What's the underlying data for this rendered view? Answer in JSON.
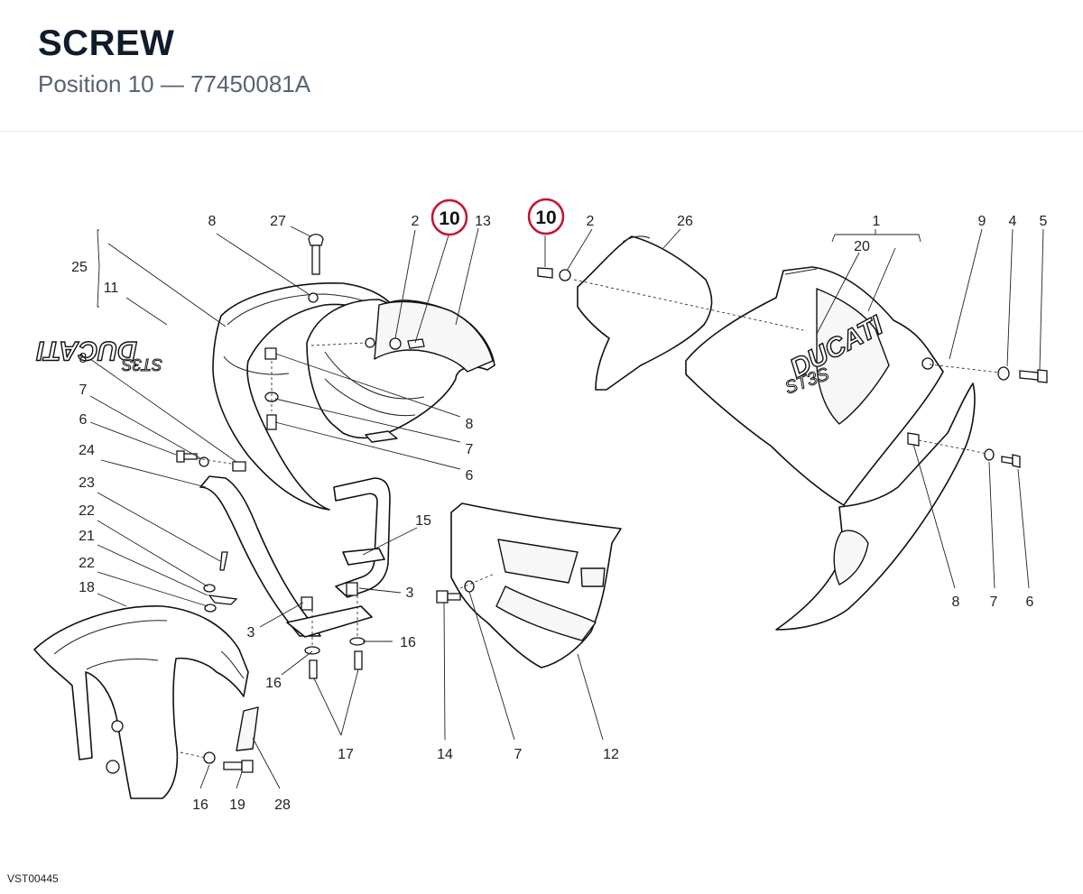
{
  "header": {
    "title": "SCREW",
    "subtitle": "Position 10 — 77450081A"
  },
  "highlight_label": "10",
  "labels": {
    "l8a": "8",
    "l27": "27",
    "l2a": "2",
    "l13": "13",
    "l2b": "2",
    "l26": "26",
    "l1": "1",
    "l20": "20",
    "l9": "9",
    "l4": "4",
    "l5": "5",
    "l25": "25",
    "l11": "11",
    "l8b": "8",
    "l7a": "7",
    "l6a": "6",
    "l8c": "8",
    "l7b": "7",
    "l6b": "6",
    "l24": "24",
    "l23": "23",
    "l22a": "22",
    "l21": "21",
    "l22b": "22",
    "l18": "18",
    "l15": "15",
    "l3a": "3",
    "l3b": "3",
    "l16a": "16",
    "l16b": "16",
    "l17": "17",
    "l14": "14",
    "l7c": "7",
    "l12": "12",
    "l16c": "16",
    "l19": "19",
    "l28": "28",
    "l8d": "8",
    "l7d": "7",
    "l6c": "6"
  },
  "decals": {
    "brand": "DUCATI",
    "model": "ST3S"
  },
  "footer": {
    "ref": "VST00445"
  }
}
